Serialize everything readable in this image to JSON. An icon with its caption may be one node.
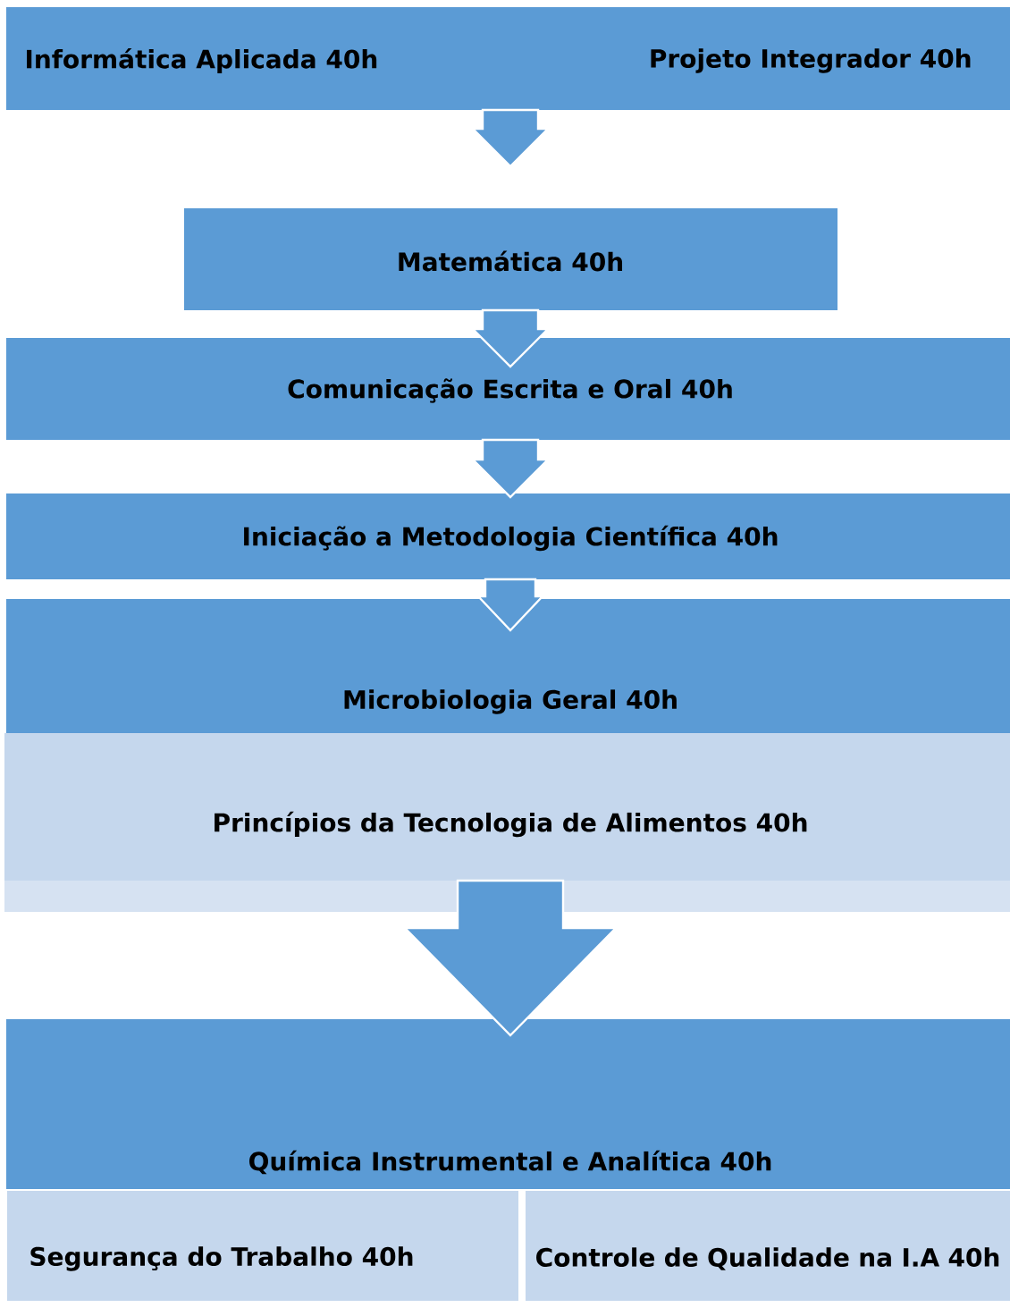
{
  "diagram": {
    "nodes": [
      {
        "text": [
          "Informática Aplicada 40h",
          "Projeto Integrador 40h"
        ]
      },
      {
        "text": [
          "Matemática 40h"
        ]
      },
      {
        "text": [
          "Comunicação Escrita e Oral 40h"
        ]
      },
      {
        "text": [
          "Iniciação a Metodologia Científica 40h"
        ]
      },
      {
        "text": [
          "Microbiologia Geral 40h"
        ]
      },
      {
        "text": [
          "Princípios da Tecnologia de Alimentos 40h"
        ]
      },
      {
        "text": [
          "Química Instrumental e Analítica 40h"
        ]
      },
      {
        "text": [
          "Segurança do Trabalho 40h"
        ]
      },
      {
        "text": [
          "Controle de Qualidade na I.A 40h"
        ]
      }
    ],
    "edges": [
      {
        "from": 0,
        "to": 1,
        "arrow": "to"
      },
      {
        "from": 1,
        "to": 2,
        "arrow": "to"
      },
      {
        "from": 2,
        "to": 3,
        "arrow": "to"
      },
      {
        "from": 3,
        "to": 4,
        "arrow": "to"
      },
      {
        "from": 5,
        "to": 6,
        "arrow": "to"
      }
    ]
  }
}
